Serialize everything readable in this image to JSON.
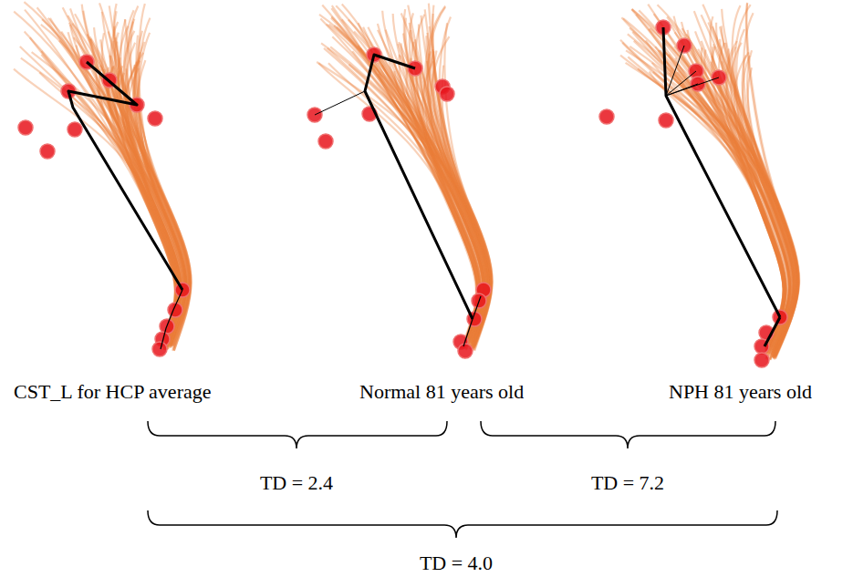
{
  "diagram": {
    "labels": [
      "CST_L for HCP average",
      "Normal 81 years old",
      "NPH 81 years old",
      "TD = 2.4",
      "TD = 7.2",
      "TD = 4.0"
    ]
  }
}
